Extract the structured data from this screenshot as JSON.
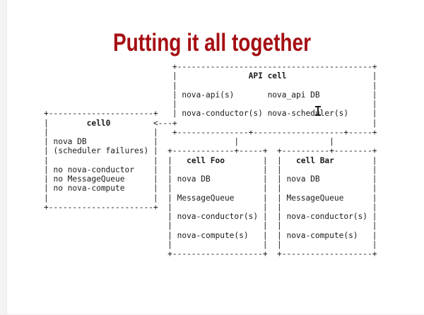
{
  "slide": {
    "title": "Putting it all together",
    "title_color": "#a50f13",
    "background": "#ffffff"
  },
  "diagram": {
    "text_color": "#1b1b1b",
    "bold_labels": [
      "API cell",
      "cell0",
      "cell Foo",
      "cell Bar"
    ],
    "lines": [
      "                           +-----------------------------------------+",
      "                           |               API cell                  |",
      "                           |                                         |",
      "                           | nova-api(s)       nova_api DB           |",
      "                           |                                         |",
      "+----------------------+   | nova-conductor(s) nova-scheduler(s)     |",
      "|        cell0         <---+                                         |",
      "|                      |   +---------------+-------------------+-----+",
      "| nova DB              |                |                   |",
      "| (scheduler failures) |  +-------------+-----+  +----------+--------+",
      "|                      |  |   cell Foo        |  |   cell Bar        |",
      "| no nova-conductor    |  |                   |  |                   |",
      "| no MessageQueue      |  | nova DB           |  | nova DB           |",
      "| no nova-compute      |  |                   |  |                   |",
      "|                      |  | MessageQueue      |  | MessageQueue      |",
      "+----------------------+  |                   |  |                   |",
      "                          | nova-conductor(s) |  | nova-conductor(s) |",
      "                          |                   |  |                   |",
      "                          | nova-compute(s)   |  | nova-compute(s)   |",
      "                          |                   |  |                   |",
      "                          +-------------------+  +-------------------+"
    ]
  },
  "boxes": [
    {
      "title": "API cell",
      "items": [
        "nova-api(s)",
        "nova_api DB",
        "nova-conductor(s)",
        "nova-scheduler(s)"
      ]
    },
    {
      "title": "cell0",
      "items": [
        "nova DB",
        "(scheduler failures)",
        "no nova-conductor",
        "no MessageQueue",
        "no nova-compute"
      ]
    },
    {
      "title": "cell Foo",
      "items": [
        "nova DB",
        "MessageQueue",
        "nova-conductor(s)",
        "nova-compute(s)"
      ]
    },
    {
      "title": "cell Bar",
      "items": [
        "nova DB",
        "MessageQueue",
        "nova-conductor(s)",
        "nova-compute(s)"
      ]
    }
  ],
  "connections": [
    {
      "from": "API cell",
      "to": "cell0",
      "glyph": "<---+"
    },
    {
      "from": "API cell",
      "to": "cell Foo",
      "glyph": "|"
    },
    {
      "from": "API cell",
      "to": "cell Bar",
      "glyph": "|"
    }
  ],
  "icons": {
    "i_beam_cursor": "i-beam text cursor"
  }
}
